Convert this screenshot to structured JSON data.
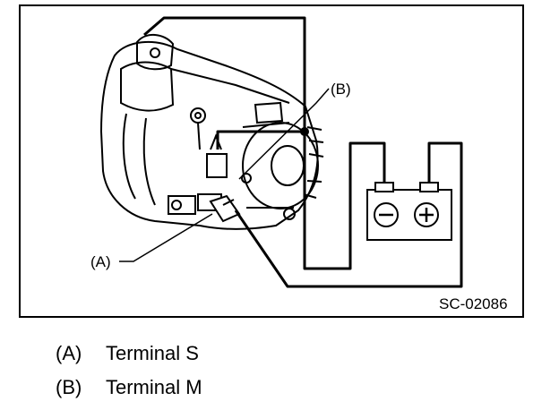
{
  "figure": {
    "code": "SC-02086",
    "callouts": {
      "a": "(A)",
      "b": "(B)"
    },
    "battery": {
      "negative_symbol": "−",
      "positive_symbol": "+"
    }
  },
  "legend": [
    {
      "key": "(A)",
      "text": "Terminal S"
    },
    {
      "key": "(B)",
      "text": "Terminal M"
    }
  ]
}
